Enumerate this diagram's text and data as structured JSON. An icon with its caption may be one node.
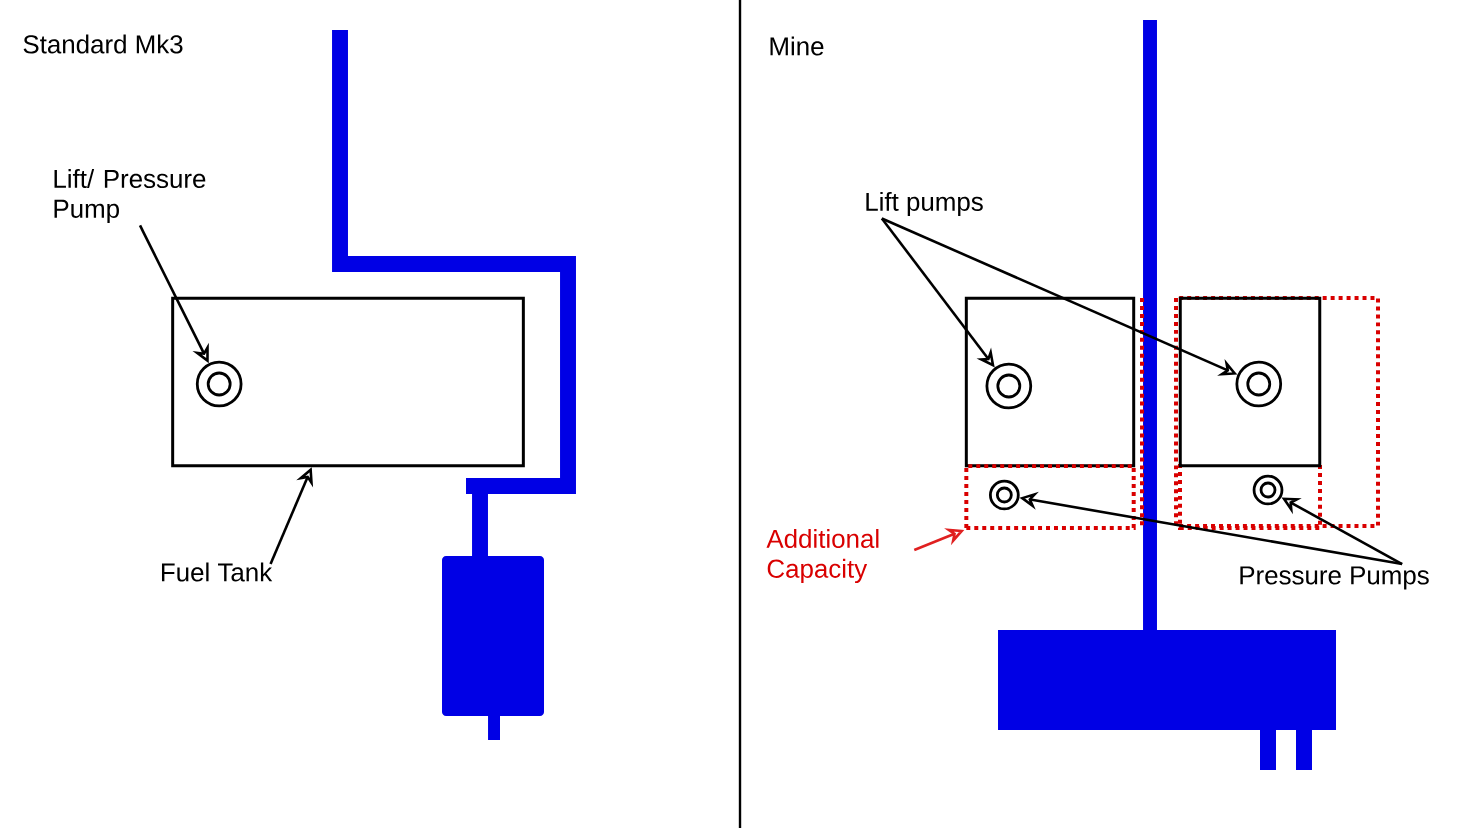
{
  "diagram": {
    "nodes": [
      {
        "text": [
          "Lift/ Pressure Pump"
        ]
      },
      {
        "text": [],
        "shape": "box"
      },
      {
        "text": [],
        "shape": "circle",
        "in": 1
      },
      {
        "text": [
          "Fuel Tank"
        ]
      },
      {
        "text": [
          "Lift pumps"
        ]
      },
      {
        "text": [],
        "shape": "box"
      },
      {
        "text": [],
        "shape": "circle",
        "in": 5
      },
      {
        "text": [],
        "shape": "box"
      },
      {
        "text": [],
        "shape": "circle",
        "in": 7
      },
      {
        "text": [],
        "shape": "box"
      },
      {
        "text": [],
        "shape": "circle",
        "in": 9
      },
      {
        "text": [],
        "shape": "circle"
      },
      {
        "text": [
          "Additional Capacity"
        ]
      },
      {
        "text": [
          "Pressure Pumps"
        ]
      }
    ],
    "edges": [
      {
        "from": 0,
        "to": 2,
        "arrow": "to"
      },
      {
        "from": 3,
        "to": 1,
        "arrow": "to"
      },
      {
        "from": 4,
        "to": 6,
        "arrow": "to"
      },
      {
        "from": 4,
        "to": 8,
        "arrow": "to"
      },
      {
        "from": 13,
        "to": 10,
        "arrow": "to"
      },
      {
        "from": 13,
        "to": 11,
        "arrow": "to"
      },
      {
        "from": 12,
        "to": 9,
        "arrow": "to",
        "color": "#e02020"
      }
    ],
    "labels": [
      "Standard Mk3",
      "Mine"
    ]
  }
}
